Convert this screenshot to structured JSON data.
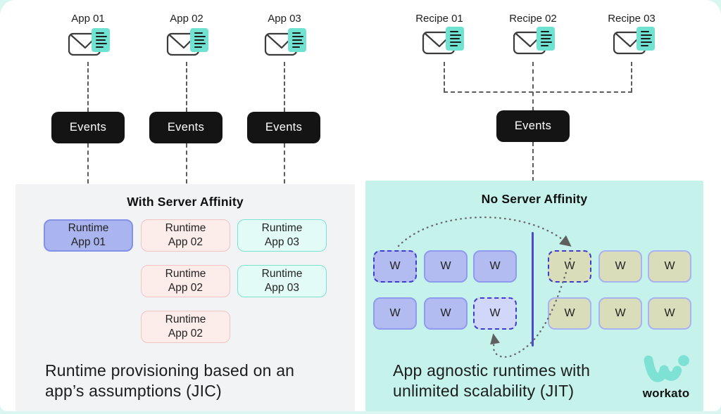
{
  "left": {
    "columns": [
      {
        "label": "App 01"
      },
      {
        "label": "App 02"
      },
      {
        "label": "App 03"
      }
    ],
    "events_label": "Events",
    "panel": {
      "heading": "With Server Affinity",
      "boxes": [
        {
          "l1": "Runtime",
          "l2": "App 01"
        },
        {
          "l1": "Runtime",
          "l2": "App 02"
        },
        {
          "l1": "Runtime",
          "l2": "App 03"
        },
        {
          "l1": "Runtime",
          "l2": "App 02"
        },
        {
          "l1": "Runtime",
          "l2": "App 03"
        },
        {
          "l1": "Runtime",
          "l2": "App 02"
        }
      ],
      "caption_line1": "Runtime provisioning based on an",
      "caption_line2": "app’s assumptions (JIC)"
    }
  },
  "right": {
    "columns": [
      {
        "label": "Recipe 01"
      },
      {
        "label": "Recipe 02"
      },
      {
        "label": "Recipe 03"
      }
    ],
    "events_label": "Events",
    "panel": {
      "heading": "No Server Affinity",
      "w": "W",
      "caption_line1": "App agnostic runtimes with",
      "caption_line2": "unlimited scalability (JIT)",
      "logo_text": "workato"
    }
  },
  "colors": {
    "accent_teal": "#6fe2d1",
    "panel_left_bg": "#f2f3f5",
    "panel_right_bg": "#c5f3ec",
    "events_bg": "#141414",
    "runtime_purple": "#aab4ee",
    "runtime_pink": "#fcecea",
    "runtime_mint": "#e2fbf6",
    "worker_purple": "#b2bcf0",
    "worker_olive": "#d9ddb9",
    "dashed_border_blue": "#3c3ccd",
    "divider_blue": "#4949d6"
  }
}
